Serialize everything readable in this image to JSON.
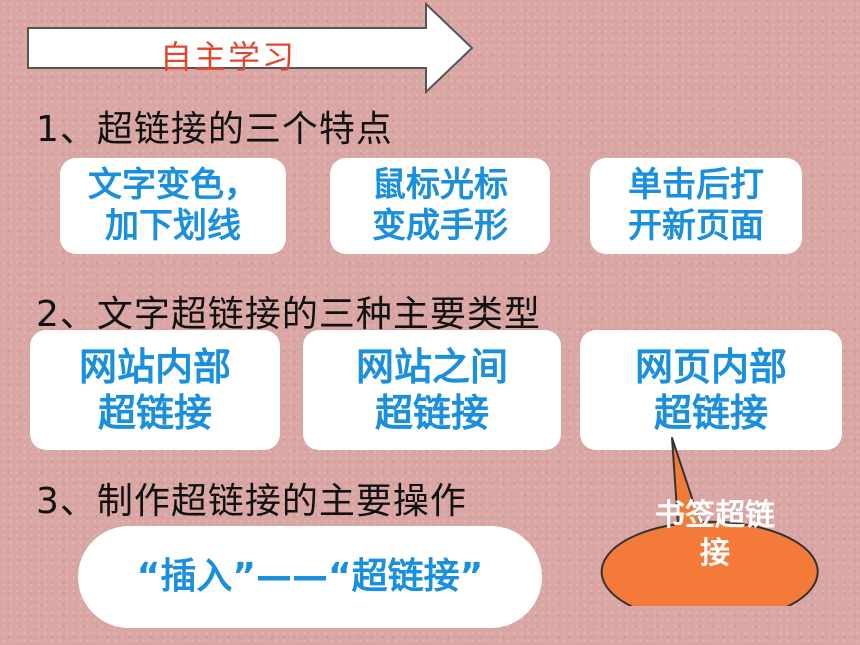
{
  "banner": {
    "label": "自主学习"
  },
  "section1": {
    "heading": "1、超链接的三个特点",
    "cards": [
      {
        "line1": "文字变色，",
        "line2": "加下划线"
      },
      {
        "line1": "鼠标光标",
        "line2": "变成手形"
      },
      {
        "line1": "单击后打",
        "line2": "开新页面"
      }
    ]
  },
  "section2": {
    "heading": "2、文字超链接的三种主要类型",
    "cards": [
      {
        "line1": "网站内部",
        "line2": "超链接"
      },
      {
        "line1": "网站之间",
        "line2": "超链接"
      },
      {
        "line1": "网页内部",
        "line2": "超链接"
      }
    ]
  },
  "section3": {
    "heading": "3、制作超链接的主要操作",
    "operation": "“插入”——“超链接”"
  },
  "callout": {
    "line1": "书签超链",
    "line2": "接"
  },
  "colors": {
    "card_text": "#1a8fde",
    "callout_fill": "#f47a3a",
    "banner_text": "#e0452e"
  }
}
